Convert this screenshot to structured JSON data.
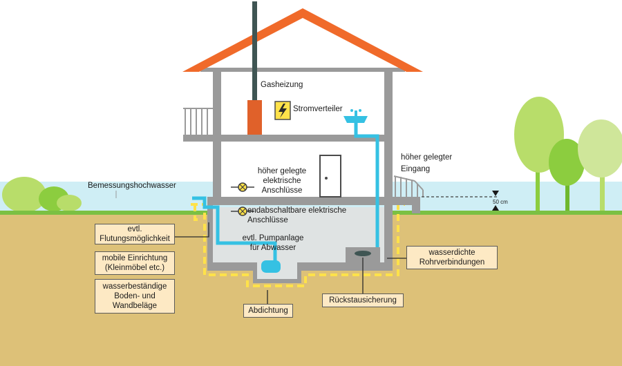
{
  "labels": {
    "gas_heating": "Gasheizung",
    "power_distributor": "Stromverteiler",
    "raised_entrance": "höher gelegter\nEingang",
    "raised_connections": "höher gelegte\nelektrische\nAnschlüsse",
    "design_flood": "Bemessungshochwasser",
    "switchable_connections": "endabschaltbare elektrische\nAnschlüsse",
    "pump_system": "evtl. Pumpanlage\nfür Abwasser",
    "height_marker": "50 cm"
  },
  "callouts": {
    "flooding": "evtl.\nFlutungsmöglichkeit",
    "mobile_furniture": "mobile Einrichtung\n(Kleinmöbel etc.)",
    "resistant_floors": "wasserbeständige\nBoden- und\nWandbeläge",
    "sealing": "Abdichtung",
    "backflow": "Rückstausicherung",
    "watertight_pipes": "wasserdichte\nRohrverbindungen"
  },
  "colors": {
    "roof": "#f06a2a",
    "wall": "#9a9a9a",
    "ground": "#ddc178",
    "grass": "#7bc043",
    "water": "#cfeef5",
    "pipe": "#35c1e3",
    "sealing": "#ffe24a",
    "box_fill": "#fde9c4",
    "tree_light": "#b8dd6a",
    "tree_dark": "#8ccd3f"
  }
}
